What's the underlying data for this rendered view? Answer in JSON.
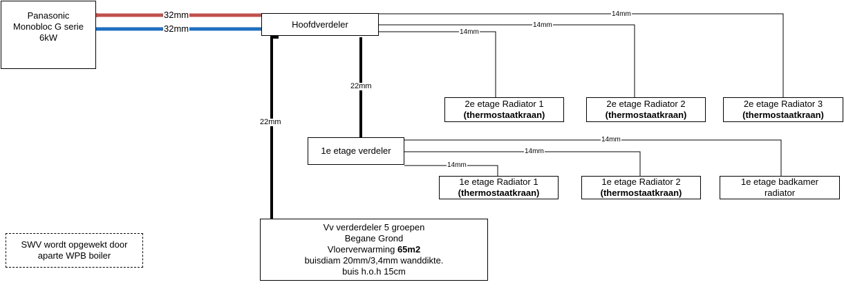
{
  "colors": {
    "supply": "#C0504D",
    "return": "#1F6FC0",
    "line": "#000000"
  },
  "heatpump": {
    "line1": "Panasonic",
    "line2": "Monobloc G serie",
    "line3": "6kW"
  },
  "main_pipes": {
    "supply_label": "32mm",
    "return_label": "32mm"
  },
  "hoofdverdeler": {
    "label": "Hoofdverdeler"
  },
  "second_floor": {
    "radiators": [
      {
        "line1": "2e etage Radiator 1",
        "line2": "(thermostaatkraan)",
        "pipe": "14mm"
      },
      {
        "line1": "2e etage Radiator 2",
        "line2": "(thermostaatkraan)",
        "pipe": "14mm"
      },
      {
        "line1": "2e etage Radiator 3",
        "line2": "(thermostaatkraan)",
        "pipe": "14mm"
      }
    ]
  },
  "first_floor_riser": {
    "label": "22mm"
  },
  "ground_riser": {
    "label": "22mm"
  },
  "first_floor": {
    "verdeler_label": "1e etage verdeler",
    "radiators": [
      {
        "line1": "1e etage Radiator 1",
        "line2": "(thermostaatkraan)",
        "pipe": "14mm"
      },
      {
        "line1": "1e etage Radiator 2",
        "line2": "(thermostaatkraan)",
        "pipe": "14mm"
      },
      {
        "line1": "1e etage badkamer",
        "line2": "radiator",
        "pipe": "14mm"
      }
    ]
  },
  "ground_floor": {
    "line1": "Vv verderdeler 5 groepen",
    "line2": "Begane Grond",
    "line3_prefix": "Vloerverwarming ",
    "line3_bold": "65m2",
    "line4": "buisdiam 20mm/3,4mm wanddikte.",
    "line5": "buis h.o.h 15cm"
  },
  "swv_note": {
    "line1": "SWV wordt opgewekt door",
    "line2": "aparte WPB boiler"
  }
}
